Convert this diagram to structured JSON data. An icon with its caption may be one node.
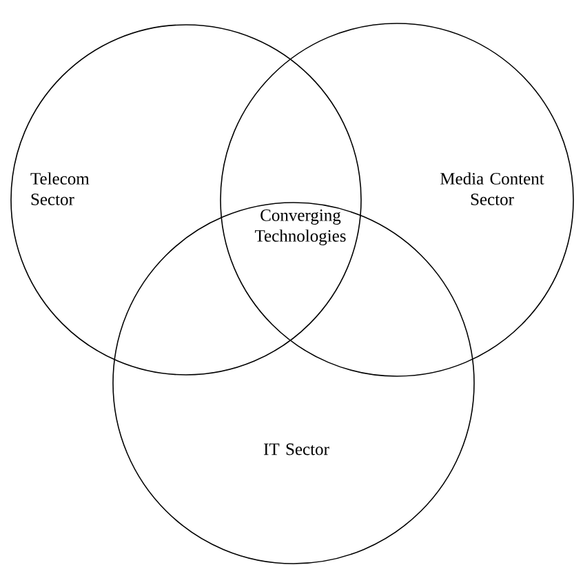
{
  "diagram": {
    "nodes": [
      {
        "text": [
          "Telecom Sector"
        ]
      },
      {
        "text": [
          "Media Content Sector"
        ]
      },
      {
        "text": [
          "IT Sector"
        ]
      }
    ],
    "labels": [
      "Converging Technologies"
    ]
  }
}
